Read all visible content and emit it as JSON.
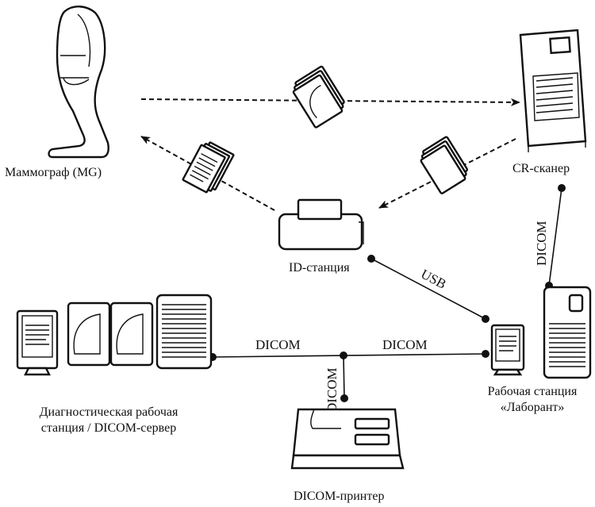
{
  "nodes": {
    "mammograph": "Маммограф (MG)",
    "cr_scanner": "CR-сканер",
    "id_station": "ID-станция",
    "diag_line1": "Диагностическая рабочая",
    "diag_line2": "станция / DICOM-сервер",
    "lab_line1": "Рабочая станция",
    "lab_line2": "«Лаборант»",
    "printer": "DICOM-принтер"
  },
  "connections": {
    "usb": "USB",
    "dicom_cr": "DICOM",
    "dicom_left": "DICOM",
    "dicom_right": "DICOM",
    "dicom_printer": "DICOM"
  },
  "icons": [
    "mammograph-icon",
    "cr-scanner-icon",
    "id-station-icon",
    "workstation-monitor-icon",
    "printer-icon",
    "server-icon",
    "cassette-icon",
    "document-stack-icon"
  ],
  "colors": {
    "ink": "#111111",
    "background": "#ffffff"
  }
}
